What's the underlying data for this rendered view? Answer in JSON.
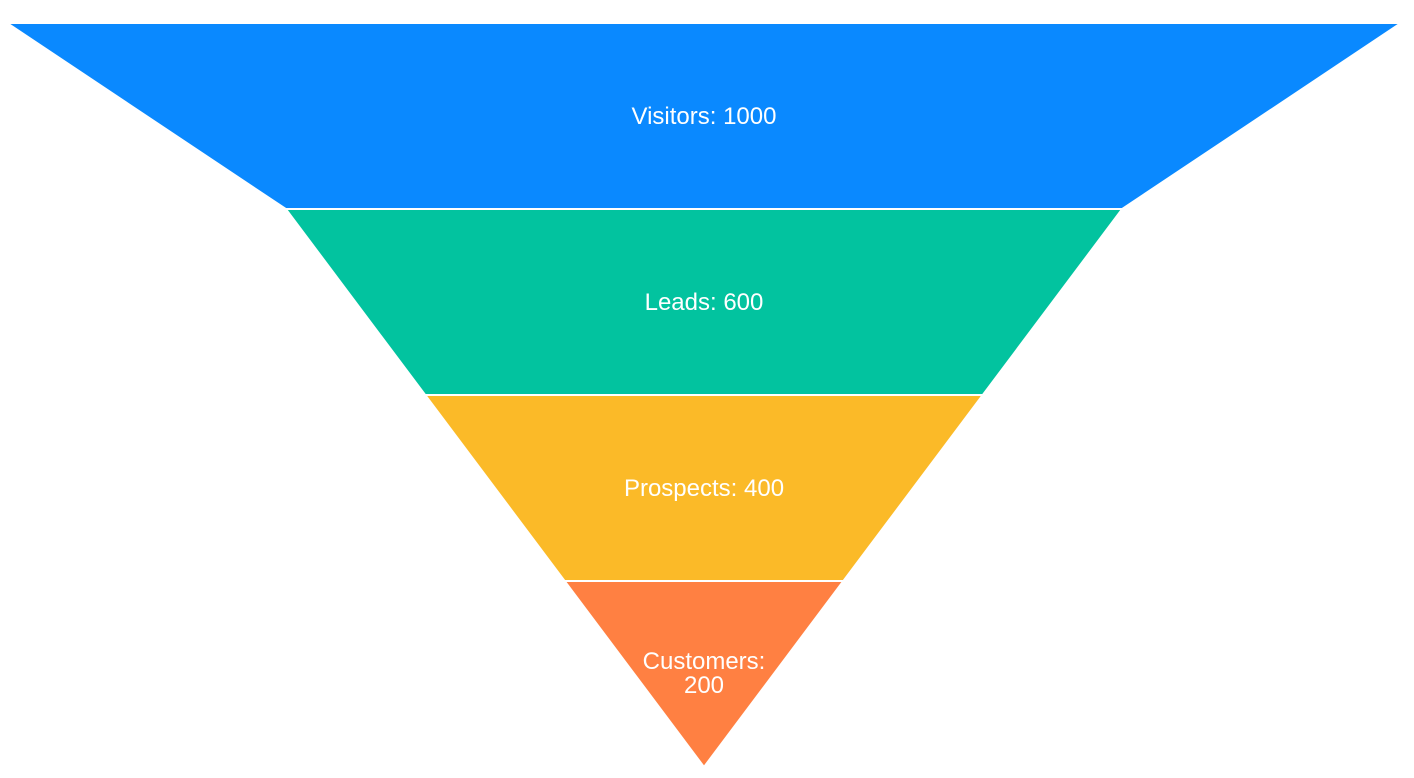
{
  "chart_data": {
    "type": "funnel",
    "title": "",
    "stages": [
      {
        "name": "Visitors",
        "value": 1000,
        "label": "Visitors: 1000",
        "color": "#0a89ff"
      },
      {
        "name": "Leads",
        "value": 600,
        "label": "Leads: 600",
        "color": "#02c39f"
      },
      {
        "name": "Prospects",
        "value": 400,
        "label": "Prospects: 400",
        "color": "#fbba28"
      },
      {
        "name": "Customers",
        "value": 200,
        "label": "Customers: 200",
        "label_lines": [
          "Customers:",
          "200"
        ],
        "color": "#ff8042"
      }
    ]
  }
}
